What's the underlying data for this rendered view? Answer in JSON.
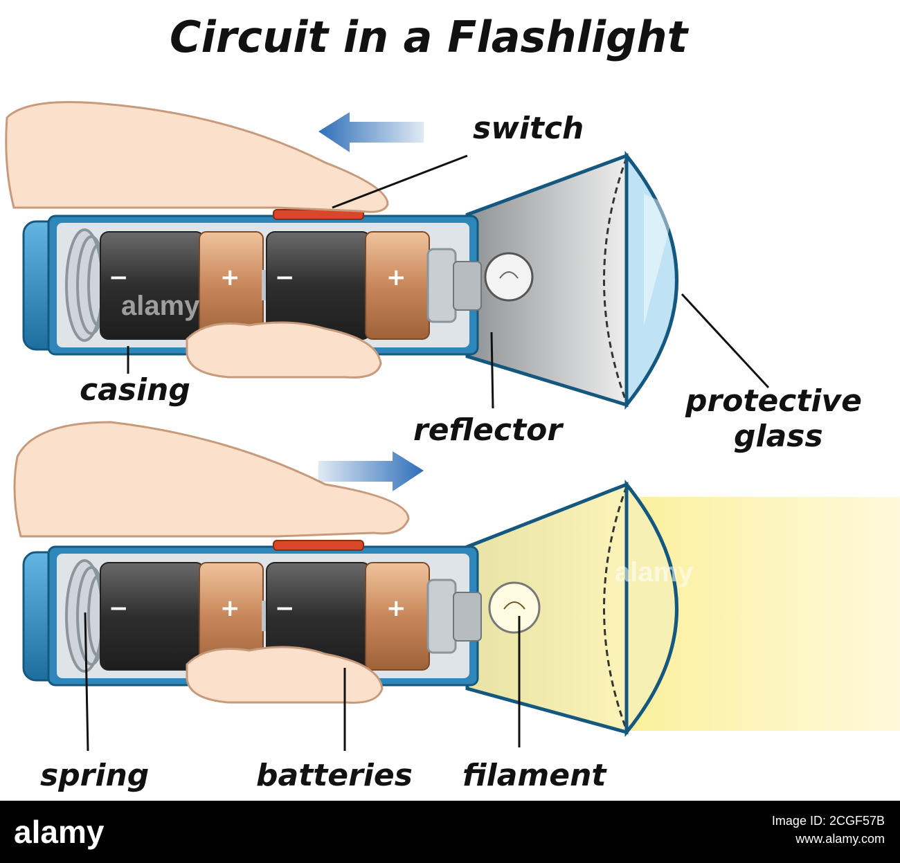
{
  "title": "Circuit in a Flashlight",
  "labels": {
    "switch": "switch",
    "casing": "casing",
    "reflector": "reflector",
    "protective_glass_line1": "protective",
    "protective_glass_line2": "glass",
    "spring": "spring",
    "batteries": "batteries",
    "filament": "filament"
  },
  "battery_signs": {
    "plus": "+",
    "minus": "−"
  },
  "watermark": "alamy",
  "footer": {
    "brand": "alamy",
    "image_id": "Image ID: 2CGF57B",
    "site": "www.alamy.com"
  },
  "colors": {
    "casing_blue": "#2f86b8",
    "battery_dark": "#3b3b3b",
    "battery_copper": "#c8875a",
    "switch_red": "#d9472b",
    "glass_blue": "#bfe3f4",
    "light_yellow": "#fbf1a8",
    "arrow_blue": "#2f6fb8",
    "skin": "#fbe0cc"
  }
}
